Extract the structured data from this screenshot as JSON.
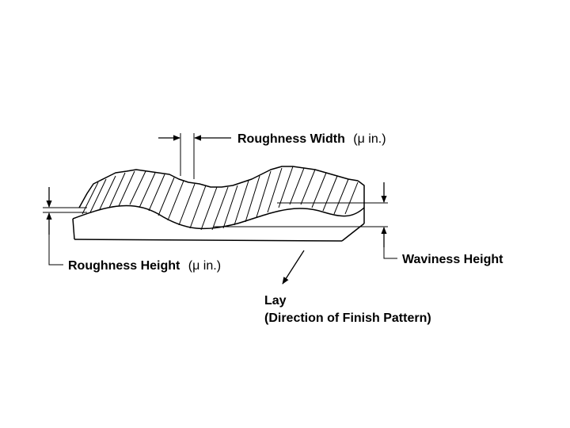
{
  "labels": {
    "roughness_width": "Roughness Width",
    "roughness_width_unit": "(μ in.)",
    "roughness_height": "Roughness Height",
    "roughness_height_unit": "(μ in.)",
    "waviness_height": "Waviness Height",
    "lay_line1": "Lay",
    "lay_line2": "(Direction of Finish Pattern)"
  }
}
